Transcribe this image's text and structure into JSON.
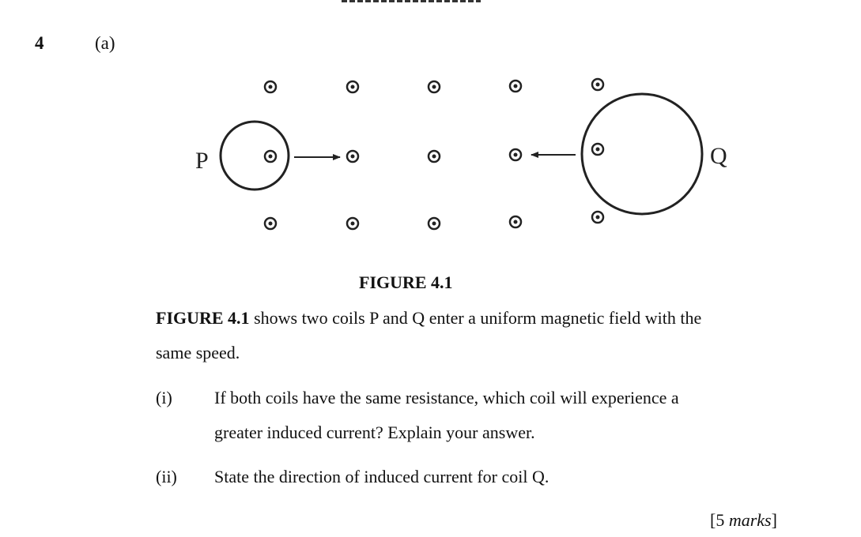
{
  "document": {
    "question_number": "4",
    "part_label": "(a)"
  },
  "figure": {
    "caption": "FIGURE 4.1",
    "field_symbol": "dot-in-circle (field out of page)",
    "coils": [
      {
        "label": "P",
        "size": "small",
        "motion": "right"
      },
      {
        "label": "Q",
        "size": "large",
        "motion": "left"
      }
    ]
  },
  "stem": {
    "ref": "FIGURE 4.1",
    "line1_rest": " shows two coils P and Q enter a uniform magnetic field with the",
    "line2": "same speed."
  },
  "subquestions": [
    {
      "label": "(i)",
      "line1": "If both coils have the same resistance, which coil will experience a",
      "line2": "greater induced current? Explain your answer."
    },
    {
      "label": "(ii)",
      "line1": "State the direction of induced current for coil Q."
    }
  ],
  "marks": {
    "open": "[5 ",
    "word": "marks",
    "close": "]"
  }
}
